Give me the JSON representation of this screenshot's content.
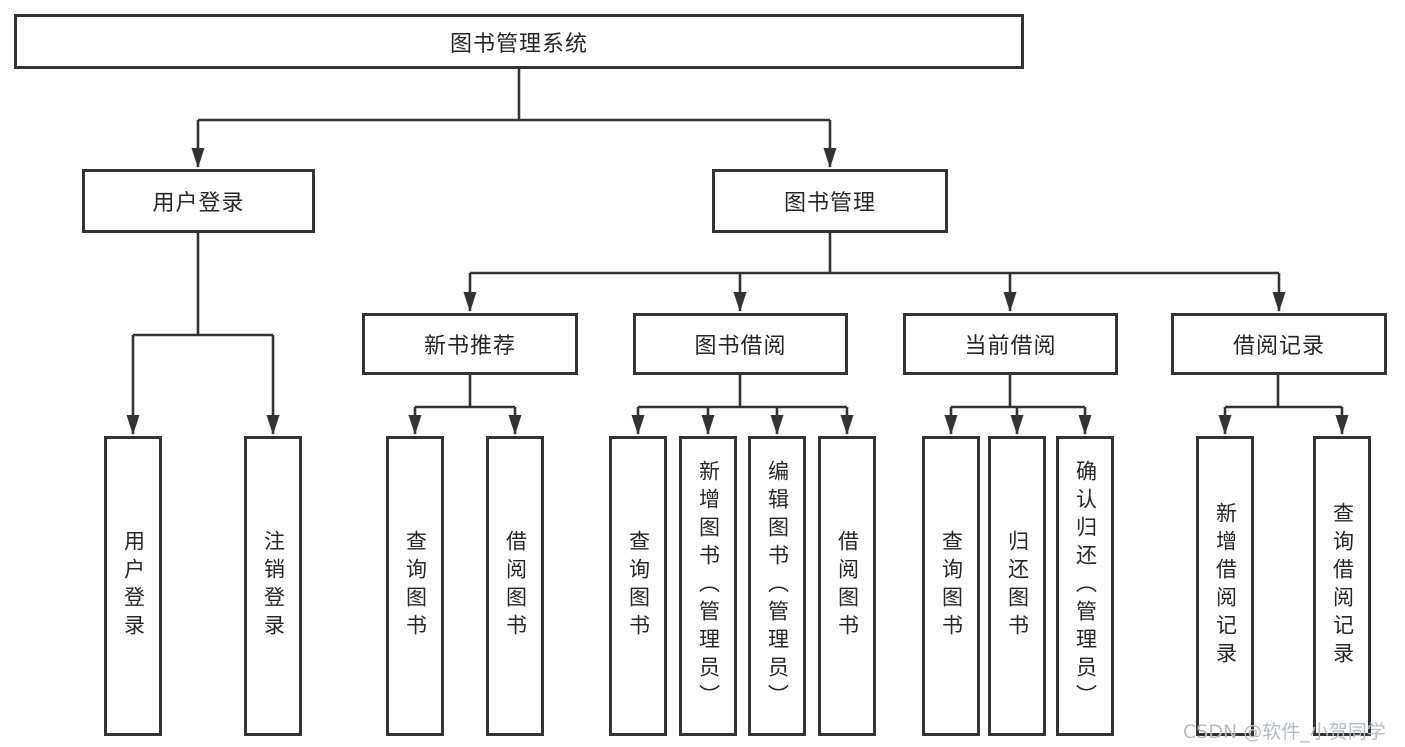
{
  "diagram": {
    "title_note": "functional structure diagram of a library/book management system",
    "root": {
      "label": "图书管理系统"
    },
    "level2": [
      {
        "label": "用户登录"
      },
      {
        "label": "图书管理"
      }
    ],
    "level3": [
      {
        "label": "新书推荐"
      },
      {
        "label": "图书借阅"
      },
      {
        "label": "当前借阅"
      },
      {
        "label": "借阅记录"
      }
    ],
    "leaves": {
      "user_login": [
        "用户登录",
        "注销登录"
      ],
      "new_book_recommend": [
        "查询图书",
        "借阅图书"
      ],
      "book_borrow": [
        "查询图书",
        "新增图书（管理员）",
        "编辑图书（管理员）",
        "借阅图书"
      ],
      "current_borrow": [
        "查询图书",
        "归还图书",
        "确认归还（管理员）"
      ],
      "borrow_records": [
        "新增借阅记录",
        "查询借阅记录"
      ]
    }
  },
  "watermark": {
    "text": "CSDN @软件_小贺同学"
  },
  "colors": {
    "line": "#333333",
    "box_border": "#333333",
    "text": "#262626",
    "watermark": "#b4bcc3",
    "background": "#ffffff"
  }
}
